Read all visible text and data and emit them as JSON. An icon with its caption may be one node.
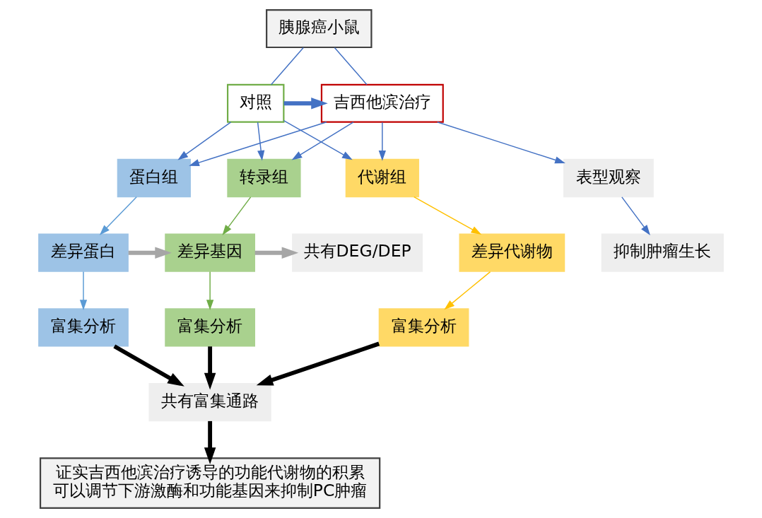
{
  "diagram": {
    "nodes": [
      {
        "text": [
          "胰腺癌小鼠"
        ]
      },
      {
        "text": [
          "对照"
        ]
      },
      {
        "text": [
          "吉西他滨治疗"
        ]
      },
      {
        "text": [
          "表型观察"
        ]
      },
      {
        "text": [
          "抑制肿瘤生长"
        ]
      },
      {
        "text": [
          "转录组"
        ]
      },
      {
        "text": [
          "蛋白组"
        ]
      },
      {
        "text": [
          "代谢组"
        ]
      },
      {
        "text": [
          "共有DEG/DEP"
        ]
      },
      {
        "text": [
          "差异基因"
        ]
      },
      {
        "text": [
          "差异蛋白"
        ]
      },
      {
        "text": [
          "差异代谢物"
        ]
      },
      {
        "text": [
          "富集分析"
        ]
      },
      {
        "text": [
          "富集分析"
        ]
      },
      {
        "text": [
          "富集分析"
        ]
      },
      {
        "text": [
          "共有富集通路"
        ]
      },
      {
        "text": [
          "证实吉西他滨治疗诱导的功能代谢物的积累可以调节下游激酶和功能基因来抑制PC肿瘤"
        ]
      }
    ],
    "edges": [
      {
        "from": 0,
        "to": 1,
        "arrow": "none"
      },
      {
        "from": 0,
        "to": 2,
        "arrow": "none"
      },
      {
        "from": 1,
        "to": 2,
        "arrow": "to",
        "style": "thick"
      },
      {
        "from": 2,
        "to": 3,
        "arrow": "to"
      },
      {
        "from": 3,
        "to": 4,
        "arrow": "to"
      },
      {
        "from": 1,
        "to": 5,
        "arrow": "to"
      },
      {
        "from": 1,
        "to": 6,
        "arrow": "to"
      },
      {
        "from": 1,
        "to": 7,
        "arrow": "to"
      },
      {
        "from": 2,
        "to": 5,
        "arrow": "to"
      },
      {
        "from": 2,
        "to": 6,
        "arrow": "to"
      },
      {
        "from": 2,
        "to": 7,
        "arrow": "to"
      },
      {
        "from": 5,
        "to": 9,
        "arrow": "to",
        "color": "#70ad47"
      },
      {
        "from": 9,
        "to": 12,
        "arrow": "to",
        "color": "#70ad47"
      },
      {
        "from": 6,
        "to": 10,
        "arrow": "to",
        "color": "#5b9bd5"
      },
      {
        "from": 10,
        "to": 13,
        "arrow": "to",
        "color": "#5b9bd5"
      },
      {
        "from": 7,
        "to": 11,
        "arrow": "to",
        "color": "#ffc000"
      },
      {
        "from": 11,
        "to": 14,
        "arrow": "to",
        "color": "#ffc000"
      },
      {
        "from": 10,
        "to": 9,
        "arrow": "to",
        "style": "thick",
        "color": "#a6a6a6"
      },
      {
        "from": 9,
        "to": 8,
        "arrow": "to",
        "style": "thick",
        "color": "#a6a6a6"
      },
      {
        "from": 12,
        "to": 15,
        "arrow": "to",
        "style": "thick",
        "color": "#000000"
      },
      {
        "from": 13,
        "to": 15,
        "arrow": "to",
        "style": "thick",
        "color": "#000000"
      },
      {
        "from": 14,
        "to": 15,
        "arrow": "to",
        "style": "thick",
        "color": "#000000"
      },
      {
        "from": 15,
        "to": 16,
        "arrow": "to",
        "style": "thick",
        "color": "#000000"
      }
    ]
  }
}
